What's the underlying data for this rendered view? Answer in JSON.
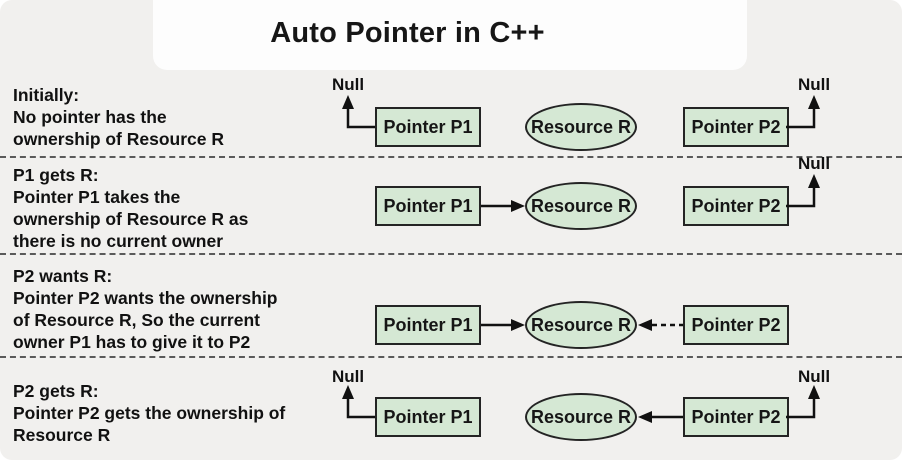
{
  "colors": {
    "background": "#f1f0ee",
    "card": "#fdfdfd",
    "node_fill": "#d5e8d4",
    "node_border": "#242424",
    "text": "#111111",
    "separator": "#5a5a5a",
    "arrow": "#111111"
  },
  "title": "Auto Pointer in C++",
  "node_labels": {
    "p1": "Pointer P1",
    "p2": "Pointer P2",
    "resource": "Resource R",
    "null_label": "Null"
  },
  "rows": [
    {
      "heading": "Initially:",
      "line1": "No pointer has the",
      "line2": "ownership of Resource R"
    },
    {
      "heading": "P1 gets R:",
      "line1": "Pointer P1 takes the",
      "line2": "ownership of Resource R as",
      "line3": "there is no current owner"
    },
    {
      "heading": "P2 wants R:",
      "line1": "Pointer P2 wants the ownership",
      "line2": "of Resource R, So the current",
      "line3": "owner P1 has to give it to P2"
    },
    {
      "heading": "P2 gets R:",
      "line1": "Pointer P2 gets the ownership of",
      "line2": "Resource R"
    }
  ]
}
